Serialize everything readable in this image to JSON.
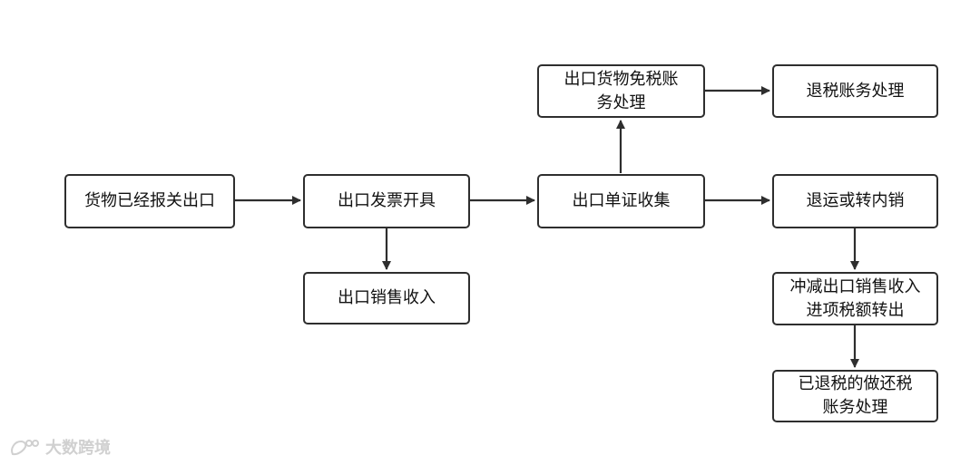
{
  "nodes": {
    "export_customs": "货物已经报关出口",
    "invoice_issue": "出口发票开具",
    "sales_income": "出口销售收入",
    "doc_collect": "出口单证收集",
    "tax_exempt_acct": "出口货物免税账务处理",
    "refund_acct": "退税账务处理",
    "return_domestic": "退运或转内销",
    "offset_transfer": "冲减出口销售收入进项税额转出",
    "refunded_reverse": "已退税的做还税账务处理"
  },
  "watermark": {
    "text": "大数跨境",
    "icon": "weibo-like-logo-icon"
  },
  "colors": {
    "line": "#2e2e2e",
    "watermark": "#d0d0d0"
  }
}
